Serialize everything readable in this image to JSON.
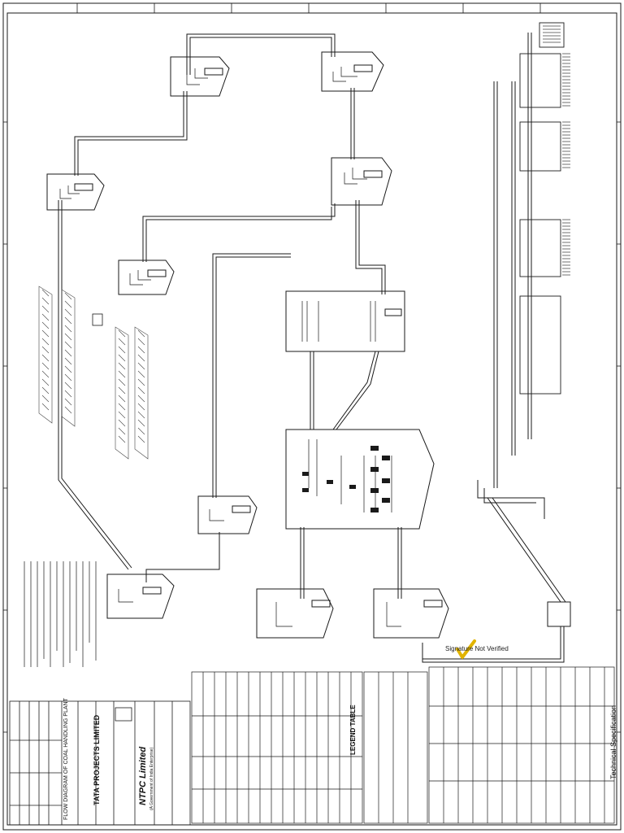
{
  "drawing": {
    "title": "FLOW DIAGRAM OF COAL HANDLING PLANT",
    "spec_label": "Technical Specification",
    "legend_label": "LEGEND TABLE",
    "client": "NTPC Limited",
    "client_sub": "(A Government of India Enterprise)",
    "contractor": "TATA PROJECTS LIMITED",
    "signature": "Signature Not Verified"
  },
  "colors": {
    "line": "#1a1a1a",
    "paper": "#ffffff",
    "stamp_check": "#e2b400",
    "hatch": "#444444"
  },
  "icons": [
    "signature-check-icon"
  ]
}
